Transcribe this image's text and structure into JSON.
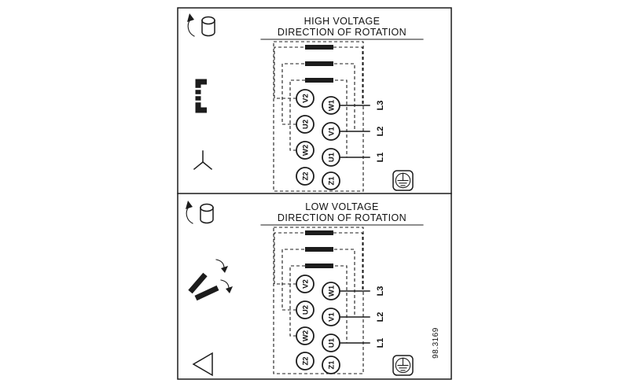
{
  "figure_number": "98.3169",
  "colors": {
    "line": "#1c1c1c",
    "background": "#ffffff"
  },
  "panels": {
    "high": {
      "title": "HIGH VOLTAGE",
      "subtitle": "DIRECTION OF ROTATION",
      "terminals_left": [
        "V2",
        "U2",
        "W2",
        "Z2"
      ],
      "terminals_right": [
        "W1",
        "V1",
        "U1",
        "Z1"
      ],
      "line_labels": [
        "L3",
        "L2",
        "L1"
      ],
      "connection": "star"
    },
    "low": {
      "title": "LOW VOLTAGE",
      "subtitle": "DIRECTION OF ROTATION",
      "terminals_left": [
        "V2",
        "U2",
        "W2",
        "Z2"
      ],
      "terminals_right": [
        "W1",
        "V1",
        "U1",
        "Z1"
      ],
      "line_labels": [
        "L3",
        "L2",
        "L1"
      ],
      "connection": "delta"
    }
  },
  "icons": {
    "high": [
      "shaft-rotation-icon",
      "jumper-bracket-icon",
      "star-connection-icon",
      "earth-ground-icon"
    ],
    "low": [
      "shaft-rotation-icon",
      "jumper-reposition-icon",
      "delta-connection-icon",
      "earth-ground-icon"
    ]
  }
}
